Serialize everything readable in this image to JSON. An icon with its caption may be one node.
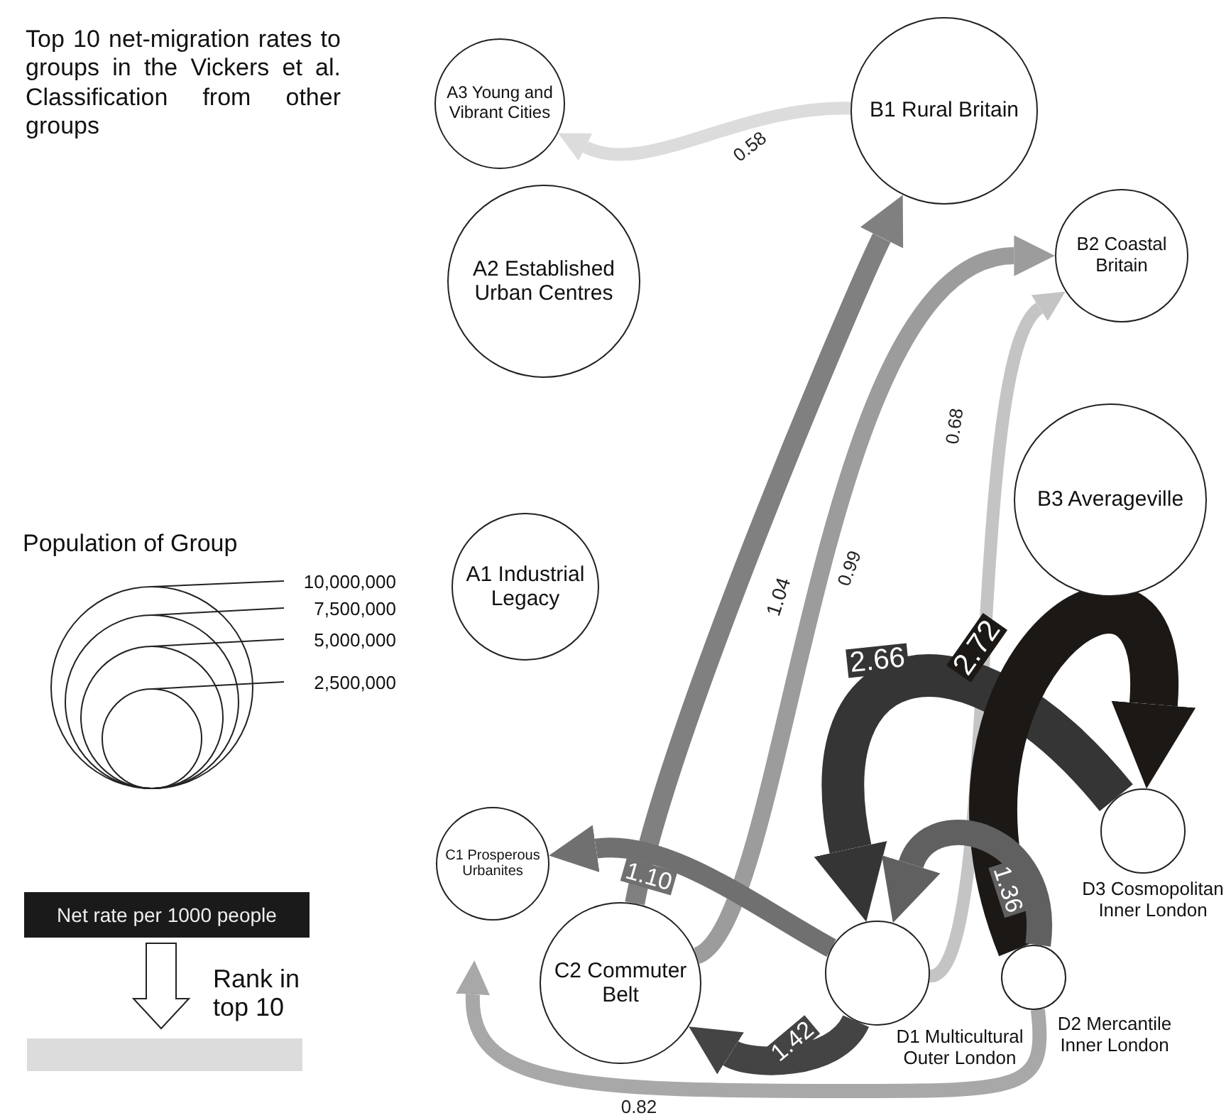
{
  "diagram": {
    "title": "Top 10 net-migration rates to groups in the Vickers et al. Classification from other groups",
    "nodes": [
      {
        "text": [
          "A3 Young and Vibrant Cities"
        ]
      },
      {
        "text": [
          "B1 Rural Britain"
        ]
      },
      {
        "text": [
          "A2 Established Urban Centres"
        ]
      },
      {
        "text": [
          "B2 Coastal Britain"
        ]
      },
      {
        "text": [
          "B3 Averageville"
        ]
      },
      {
        "text": [
          "A1 Industrial Legacy"
        ]
      },
      {
        "text": [
          "C1 Prosperous Urbanites"
        ]
      },
      {
        "text": [
          "C2 Commuter Belt"
        ]
      },
      {
        "text": [],
        "shape": "circle",
        "beside": [
          "D1 Multicultural Outer London"
        ]
      },
      {
        "text": [],
        "shape": "circle",
        "beside": [
          "D2 Mercantile Inner London"
        ]
      },
      {
        "text": [],
        "shape": "circle",
        "beside": [
          "D3 Cosmopolitan Inner London"
        ]
      }
    ],
    "edges": [
      {
        "from": 1,
        "to": 0,
        "arrow": "to",
        "label": "0.58",
        "color": "#dcdcdc"
      },
      {
        "from": 7,
        "to": 1,
        "arrow": "to",
        "label": "1.04",
        "color": "#808080"
      },
      {
        "from": 7,
        "to": 3,
        "arrow": "to",
        "label": "0.99",
        "color": "#9c9c9c"
      },
      {
        "from": 8,
        "to": 3,
        "arrow": "to",
        "label": "0.68",
        "color": "#c4c4c4"
      },
      {
        "from": 8,
        "to": 6,
        "arrow": "to",
        "label": "1.10",
        "color": "#707070"
      },
      {
        "from": 10,
        "to": 8,
        "arrow": "to",
        "label": "2.66",
        "color": "#353535",
        "style": "thick"
      },
      {
        "from": 9,
        "to": 10,
        "arrow": "to",
        "label": "2.72",
        "color": "#1c1816",
        "style": "thick"
      },
      {
        "from": 9,
        "to": 8,
        "arrow": "to",
        "label": "1.36",
        "color": "#606060"
      },
      {
        "from": 8,
        "to": 7,
        "arrow": "to",
        "label": "1.42",
        "color": "#444444"
      },
      {
        "from": 9,
        "to": 6,
        "arrow": "to",
        "label": "0.82",
        "color": "#a8a8a8"
      }
    ],
    "labels": [
      "Population of Group",
      "10,000,000",
      "7,500,000",
      "5,000,000",
      "2,500,000",
      "Net rate per 1000 people",
      "Rank in top 10"
    ]
  }
}
